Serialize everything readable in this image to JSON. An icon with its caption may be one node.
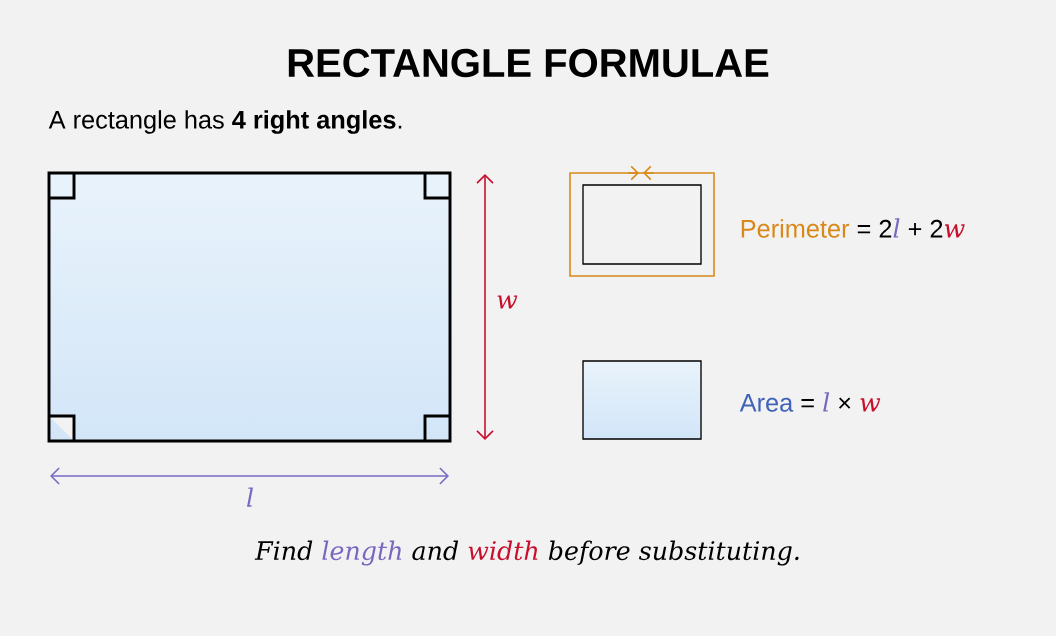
{
  "diagram": {
    "title": "RECTANGLE FORMULAE",
    "labels": [
      "A rectangle has **4 right angles**.",
      "w",
      "l",
      "Perimeter",
      "= 2",
      "l",
      "+ 2",
      "w",
      "Area",
      "=",
      "l",
      "×",
      "w",
      "Find",
      "length",
      "and",
      "width",
      "before substituting."
    ]
  }
}
